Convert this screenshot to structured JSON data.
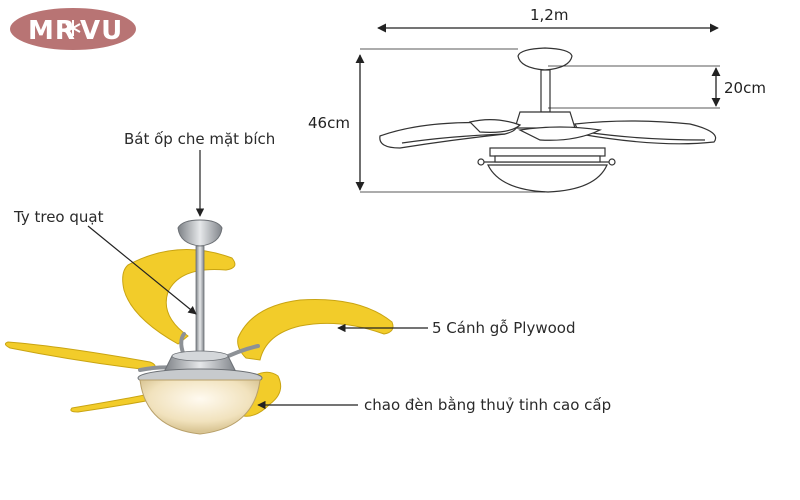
{
  "logo": {
    "text": "MR VU",
    "left": "MR",
    "right": "VU",
    "bg_color": "#b87474"
  },
  "dimensions": {
    "width": "1,2m",
    "height": "46cm",
    "rod": "20cm"
  },
  "labels": {
    "canopy": "Bát ốp che mặt bích",
    "downrod": "Ty treo quạt",
    "blades": "5 Cánh gỗ Plywood",
    "light": "chao đèn bằng thuỷ tinh cao cấp"
  },
  "colors": {
    "blade": "#f2cc2a",
    "blade_edge": "#c9a412",
    "metal": "#b9bcc0",
    "glass": "#f4e8c8",
    "line": "#222222"
  }
}
